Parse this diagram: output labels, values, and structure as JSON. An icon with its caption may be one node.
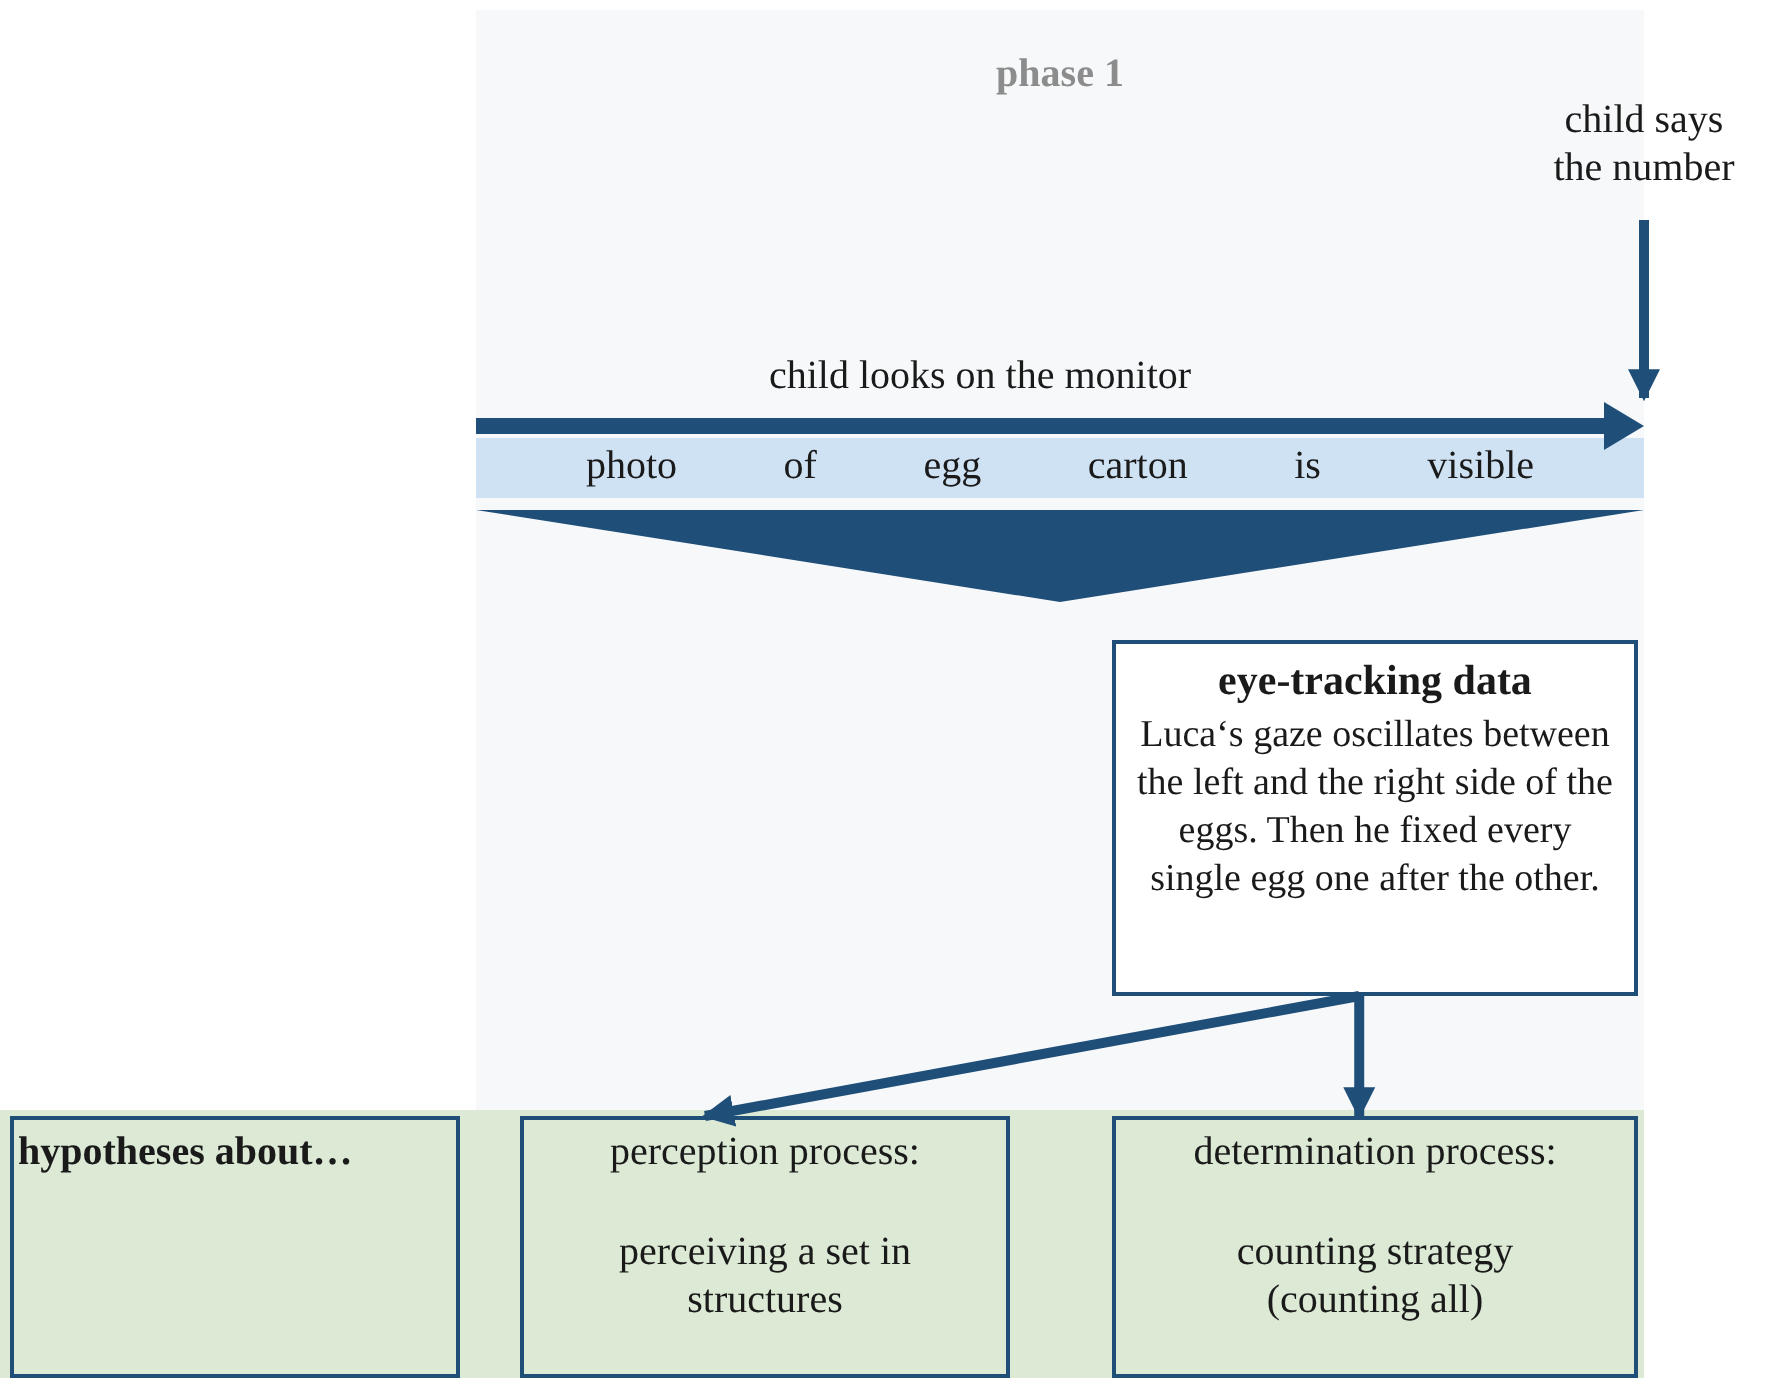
{
  "diagram": {
    "nodes": [
      {
        "text": [
          "phase 1"
        ]
      },
      {
        "text": [
          "child says the number"
        ]
      },
      {
        "text": [
          "photo of egg carton is visible"
        ],
        "in": 0
      },
      {
        "text": [],
        "shape": "triangle",
        "in": 0
      },
      {
        "text": [
          "eye-tracking data",
          "Luca‘s gaze oscillates between the left and the right side of the eggs. Then he fixed every single egg one after the other."
        ],
        "in": 0
      },
      {
        "text": [],
        "shape": "band"
      },
      {
        "text": [
          "hypotheses about…"
        ],
        "in": 5
      },
      {
        "text": [
          "perception process:",
          "perceiving a set in structures"
        ],
        "in": 5
      },
      {
        "text": [
          "determination process:",
          "counting strategy (counting all)"
        ],
        "in": 5
      }
    ],
    "edges": [
      {
        "from": 1,
        "to": 2,
        "arrow": "to"
      },
      {
        "from": 4,
        "to": 7,
        "arrow": "to"
      },
      {
        "from": 4,
        "to": 8,
        "arrow": "to"
      }
    ],
    "labels": [
      "child looks on the monitor"
    ]
  }
}
